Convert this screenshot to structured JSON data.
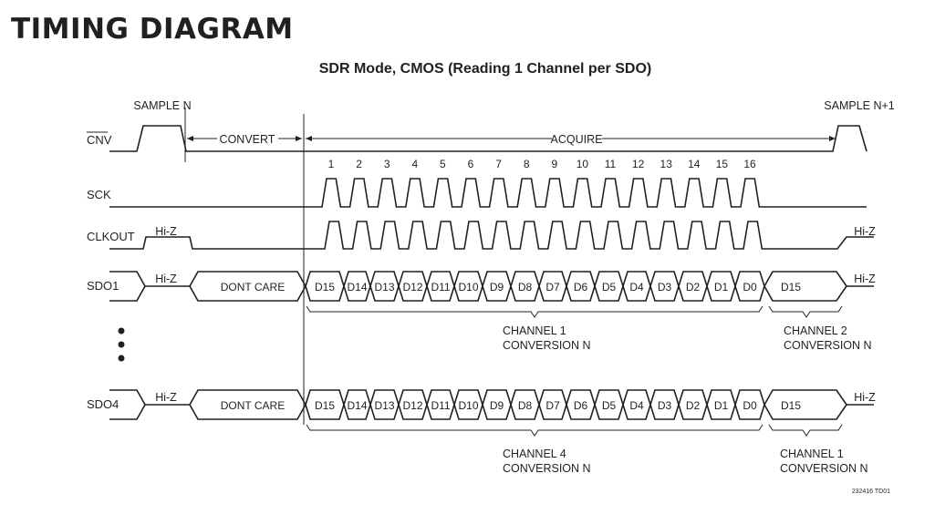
{
  "heading": "TIMING DIAGRAM",
  "subtitle": "SDR Mode, CMOS (Reading 1 Channel per SDO)",
  "signals": {
    "cnv": "CNV",
    "sck": "SCK",
    "clkout": "CLKOUT",
    "sdo1": "SDO1",
    "sdo4": "SDO4"
  },
  "annotations": {
    "sample_n": "SAMPLE N",
    "sample_n1": "SAMPLE N+1",
    "convert": "CONVERT",
    "acquire": "ACQUIRE",
    "hiz": "Hi-Z",
    "dont_care": "DONT CARE"
  },
  "clock_numbers": [
    "1",
    "2",
    "3",
    "4",
    "5",
    "6",
    "7",
    "8",
    "9",
    "10",
    "11",
    "12",
    "13",
    "14",
    "15",
    "16"
  ],
  "data_bits": [
    "D15",
    "D14",
    "D13",
    "D12",
    "D11",
    "D10",
    "D9",
    "D8",
    "D7",
    "D6",
    "D5",
    "D4",
    "D3",
    "D2",
    "D1",
    "D0"
  ],
  "next_bit": "D15",
  "brace_labels": {
    "sdo1_main": [
      "CHANNEL 1",
      "CONVERSION N"
    ],
    "sdo1_next": [
      "CHANNEL 2",
      "CONVERSION N"
    ],
    "sdo4_main": [
      "CHANNEL 4",
      "CONVERSION N"
    ],
    "sdo4_next": [
      "CHANNEL 1",
      "CONVERSION N"
    ]
  },
  "figure_id": "232416 TD01"
}
